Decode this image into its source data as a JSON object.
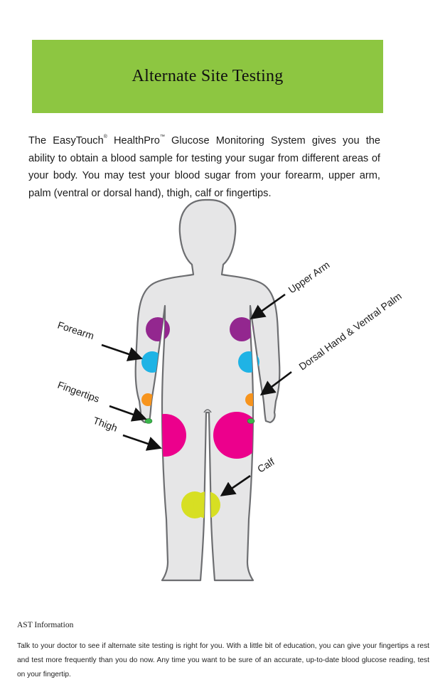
{
  "title": "Alternate Site Testing",
  "intro": {
    "part1": "The EasyTouch",
    "mark1": "®",
    "part2": " HealthPro",
    "mark2": "™",
    "part3": " Glucose Monitoring System gives you the ability to obtain a blood sample for testing your sugar from different areas of your body. You may test your blood sugar from your forearm, upper arm, palm (ventral or dorsal hand), thigh, calf or fingertips."
  },
  "body_diagram": {
    "labels": {
      "upper_arm": "Upper Arm",
      "dorsal_palm": "Dorsal Hand & Ventral Palm",
      "forearm": "Forearm",
      "fingertips": "Fingertips",
      "thigh": "Thigh",
      "calf": "Calf"
    },
    "colors": {
      "body_fill": "#e6e6e7",
      "body_outline": "#6d6e71",
      "upper_arm": "#93278f",
      "forearm": "#1fb3e5",
      "palm": "#f7941d",
      "fingertips": "#39b54a",
      "thigh": "#ec008c",
      "calf": "#d7df23",
      "arrow": "#111111"
    }
  },
  "ast": {
    "heading": "AST Information",
    "body": "Talk to your doctor to see if alternate site testing is right for you. With a little bit of education, you can give your fingertips a rest and test more frequently than you do now. Any time you want to be sure of an accurate, up-to-date blood glucose reading, test on your fingertip."
  }
}
